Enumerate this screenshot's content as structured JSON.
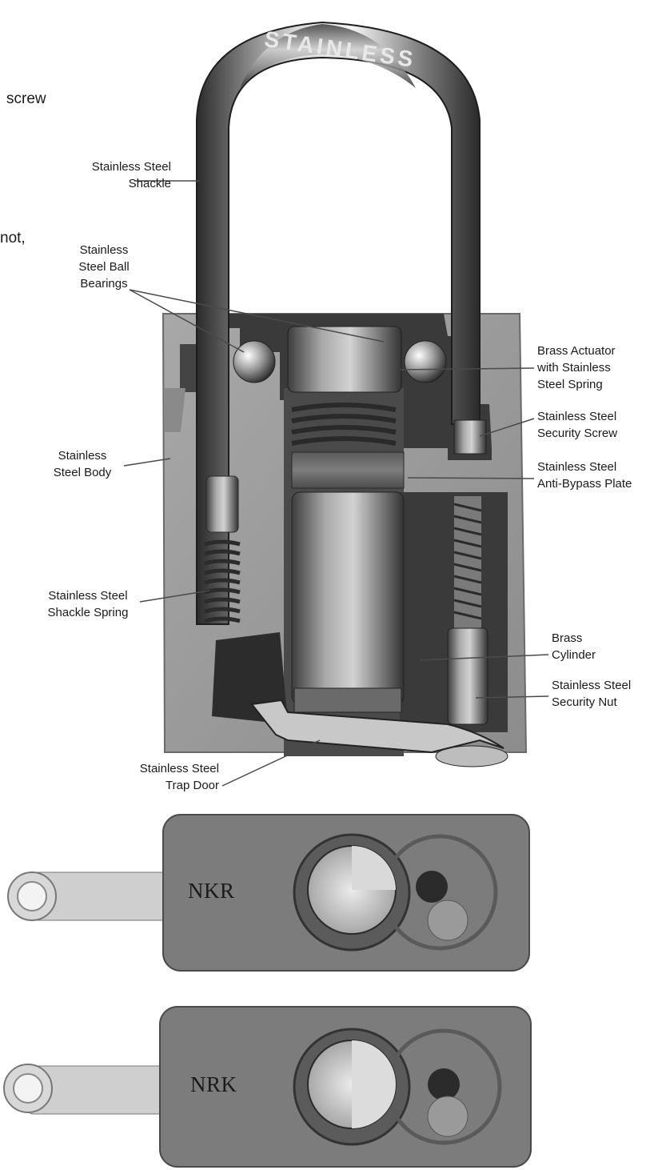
{
  "cut_off_text": {
    "line1": "screw",
    "line2": "not,"
  },
  "shackle_stamp": "STAINLESS",
  "callouts": {
    "shackle": "Stainless Steel\nShackle",
    "ball_bearings": "Stainless\nSteel Ball\nBearings",
    "body": "Stainless\nSteel Body",
    "shackle_spring": "Stainless Steel\nShackle Spring",
    "trap_door": "Stainless Steel\nTrap Door",
    "actuator": "Brass Actuator\nwith Stainless\nSteel Spring",
    "security_screw": "Stainless Steel\nSecurity Screw",
    "anti_bypass": "Stainless Steel\nAnti-Bypass Plate",
    "cylinder": "Brass\nCylinder",
    "security_nut": "Stainless Steel\nSecurity Nut"
  },
  "bottom_views": [
    {
      "engraving": "NKR"
    },
    {
      "engraving": "NRK"
    }
  ],
  "colors": {
    "background": "#ffffff",
    "steel_dark": "#5f5f5f",
    "steel_body": "#9a9a9a",
    "leader_line": "#4a4a4a"
  }
}
